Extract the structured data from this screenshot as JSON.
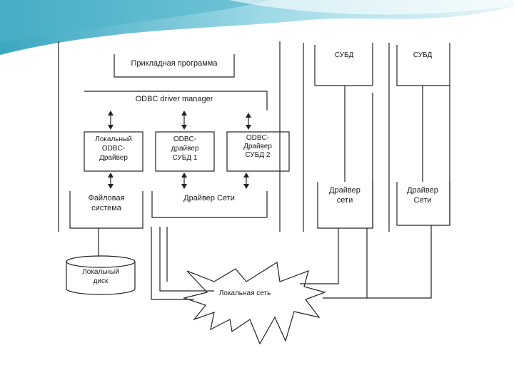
{
  "app_program": "Прикладная программа",
  "driver_manager": "ODBC driver manager",
  "local_driver": [
    "Локальный",
    "ODBC-",
    "Драйвер"
  ],
  "odbc_driver_1": [
    "ODBC-",
    "драйвер",
    "СУБД 1"
  ],
  "odbc_driver_2": [
    "ODBC-",
    "Драйвер",
    "СУБД 2"
  ],
  "file_system": [
    "Файловая",
    "система"
  ],
  "network_driver": "Драйвер Сети",
  "local_disk": [
    "Локальный",
    "диск"
  ],
  "local_network": "Локальная сеть",
  "dbms_1": "СУБД",
  "dbms_2": "СУБД",
  "net_driver_1": [
    "Драйвер",
    "сети"
  ],
  "net_driver_2": [
    "Драйвер",
    "Сети"
  ],
  "colors": {
    "header_gradient_top": "#bfe6f0",
    "header_gradient_bottom": "#4fb3c9",
    "line": "#222222"
  }
}
